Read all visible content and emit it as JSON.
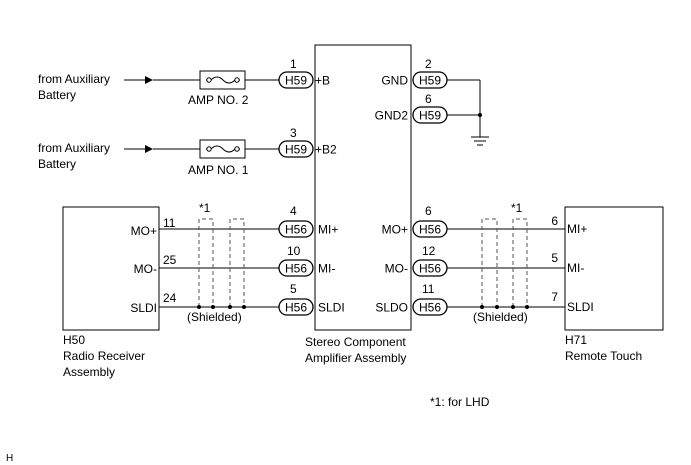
{
  "sources": {
    "aux_battery_1_line1": "from Auxiliary",
    "aux_battery_1_line2": "Battery",
    "aux_battery_2_line1": "from Auxiliary",
    "aux_battery_2_line2": "Battery"
  },
  "fuses": {
    "amp2": "AMP NO. 2",
    "amp1": "AMP NO. 1"
  },
  "amplifier": {
    "label_line1": "Stereo Component",
    "label_line2": "Amplifier Assembly",
    "left_pins": [
      {
        "pin": "1",
        "connector": "H59",
        "signal": "+B"
      },
      {
        "pin": "3",
        "connector": "H59",
        "signal": "+B2"
      },
      {
        "pin": "4",
        "connector": "H56",
        "signal": "MI+"
      },
      {
        "pin": "10",
        "connector": "H56",
        "signal": "MI-"
      },
      {
        "pin": "5",
        "connector": "H56",
        "signal": "SLDI"
      }
    ],
    "right_pins": [
      {
        "pin": "2",
        "connector": "H59",
        "signal": "GND"
      },
      {
        "pin": "6",
        "connector": "H59",
        "signal": "GND2"
      },
      {
        "pin": "6",
        "connector": "H56",
        "signal": "MO+"
      },
      {
        "pin": "12",
        "connector": "H56",
        "signal": "MO-"
      },
      {
        "pin": "11",
        "connector": "H56",
        "signal": "SLDO"
      }
    ]
  },
  "radio_receiver": {
    "code": "H50",
    "label_line1": "Radio Receiver",
    "label_line2": "Assembly",
    "pins": [
      {
        "pin": "11",
        "signal": "MO+"
      },
      {
        "pin": "25",
        "signal": "MO-"
      },
      {
        "pin": "24",
        "signal": "SLDI"
      }
    ]
  },
  "remote_touch": {
    "code": "H71",
    "label": "Remote Touch",
    "pins": [
      {
        "pin": "6",
        "signal": "MI+"
      },
      {
        "pin": "5",
        "signal": "MI-"
      },
      {
        "pin": "7",
        "signal": "SLDI"
      }
    ]
  },
  "shield": {
    "left_label": "(Shielded)",
    "right_label": "(Shielded)",
    "left_marker": "*1",
    "right_marker": "*1"
  },
  "note": "*1: for LHD",
  "corner_letter": "H"
}
